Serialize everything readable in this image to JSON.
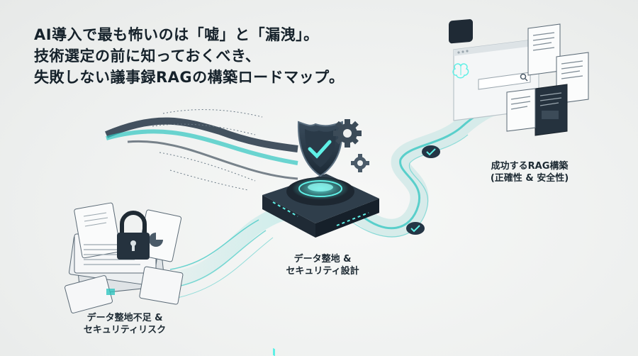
{
  "headline": {
    "line1": "AI導入で最も怖いのは「嘘」と「漏洩」。",
    "line2": "技術選定の前に知っておくべき、",
    "line3": "失敗しない議事録RAGの構築ロードマップ。"
  },
  "stages": {
    "risk": {
      "line1": "データ整地不足 &",
      "line2": "セキュリティリスク"
    },
    "design": {
      "line1": "データ整地 &",
      "line2": "セキュリティ設計"
    },
    "success": {
      "line1": "成功するRAG構築",
      "line2": "(正確性 & 安全性)"
    }
  },
  "colors": {
    "accent": "#2fc6c0",
    "dark": "#243545",
    "text": "#16222b"
  },
  "icons": [
    "sound-wave-icon",
    "text-stream-icon",
    "padlock-icon",
    "document-stack-icon",
    "shield-check-icon",
    "gear-icon",
    "server-device-icon",
    "checkpoint-icon",
    "brain-icon",
    "search-bar-icon",
    "document-card-icon"
  ]
}
